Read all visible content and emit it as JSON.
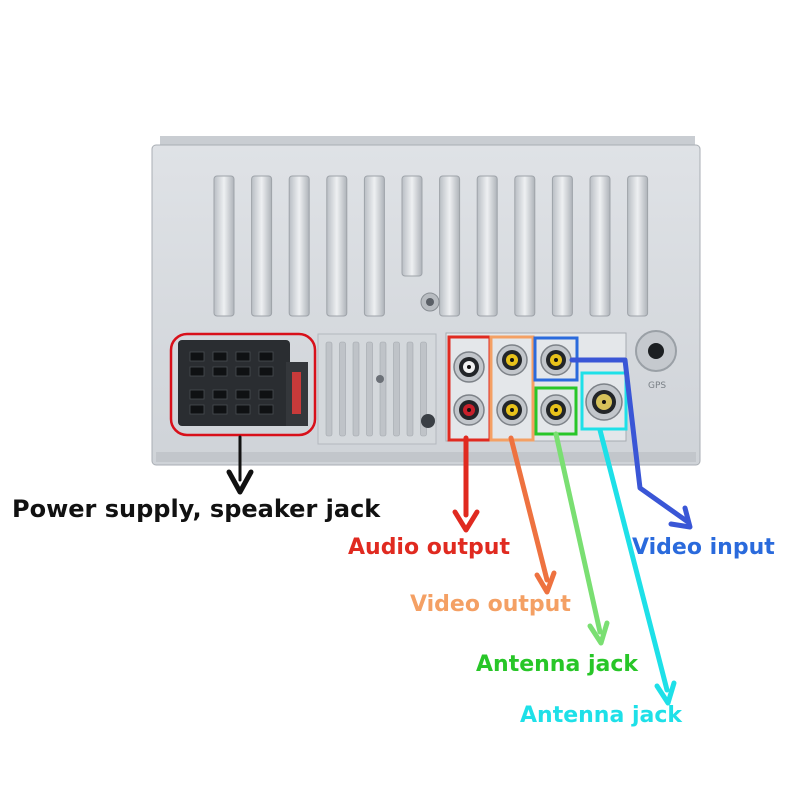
{
  "labels": {
    "power": "Power supply, speaker jack",
    "audio_output": "Audio output",
    "video_output": "Video output",
    "antenna_jack_1": "Antenna jack",
    "antenna_jack_2": "Antenna jack",
    "video_input": "Video input"
  },
  "device_markings": {
    "gps": "GPS"
  },
  "colors": {
    "power": "#d8101a",
    "power_arrow": "#111111",
    "audio_output": "#e02a20",
    "video_output": "#f4a064",
    "video_output_arrow": "#ee7240",
    "antenna_jack_1": "#28c628",
    "antenna_jack_1_arrow": "#7adf72",
    "antenna_jack_2": "#1ee0e8",
    "video_input": "#2a6adc",
    "video_input_arrow": "#3a56d6"
  }
}
